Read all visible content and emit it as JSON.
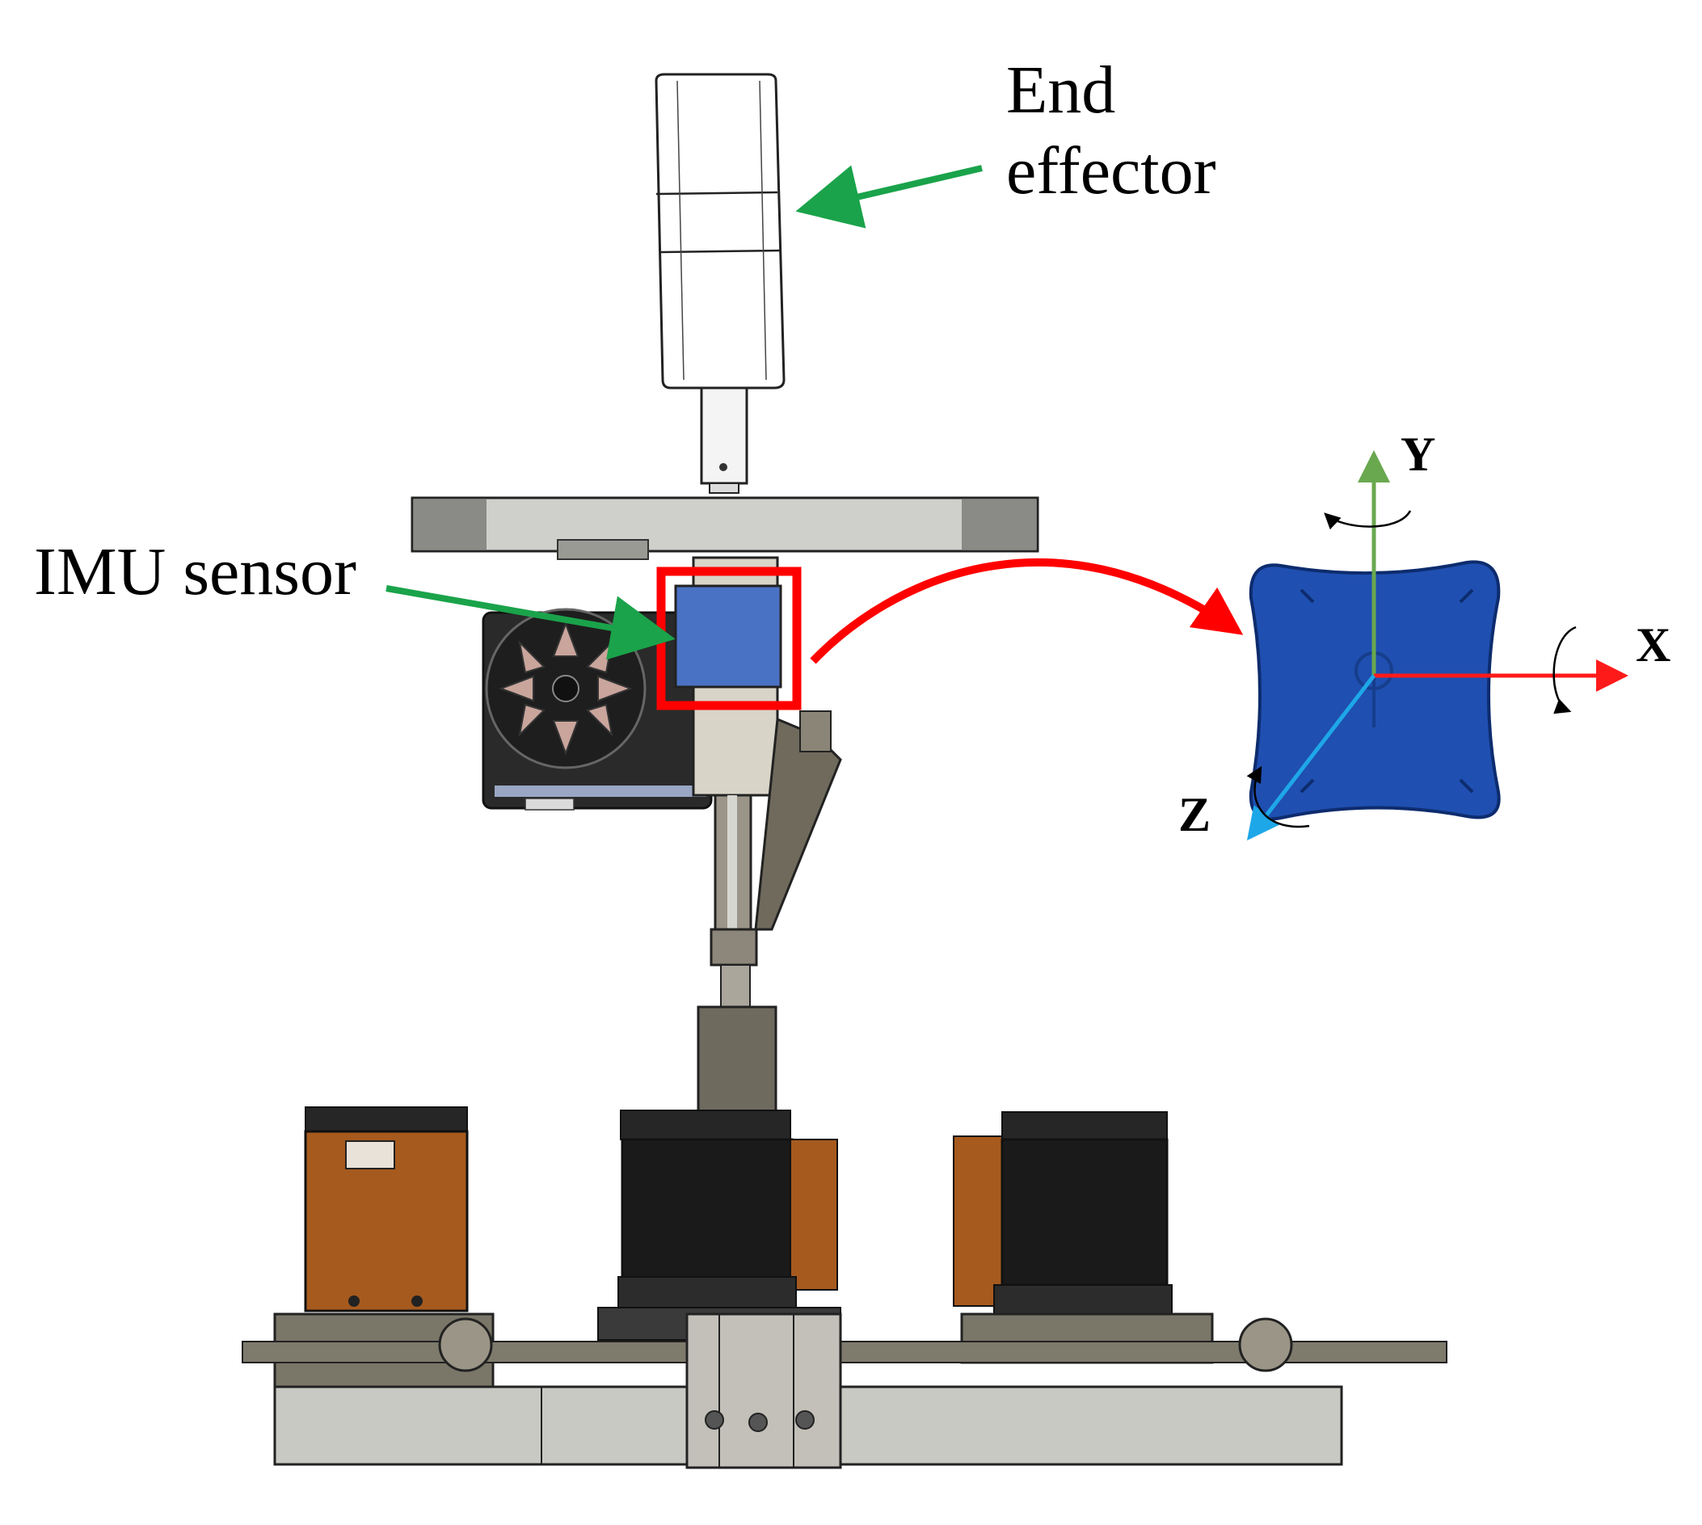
{
  "labels": {
    "end_effector_line1": "End",
    "end_effector_line2": "effector",
    "imu_sensor": "IMU sensor"
  },
  "axes": {
    "x": "X",
    "y": "Y",
    "z": "Z"
  },
  "colors": {
    "pointer_arrow": "#1aa34a",
    "highlight_box": "#ff0000",
    "imu_block": "#4a72c4",
    "imu_device": "#1f4fb0",
    "axis_x": "#ff1a1a",
    "axis_y": "#6aa84f",
    "axis_z": "#1ea7e8",
    "motor_orange": "#a65a1e",
    "motor_black": "#1a1a1a",
    "frame_gray": "#c8c8c4"
  }
}
